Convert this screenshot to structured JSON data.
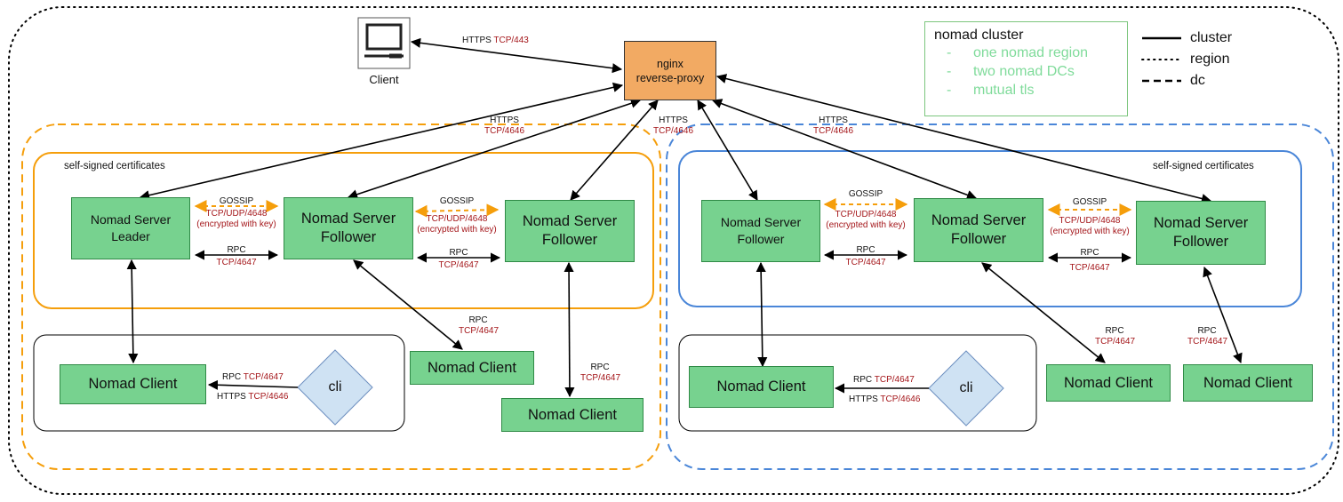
{
  "client_top": {
    "label": "Client"
  },
  "nginx": {
    "label": "nginx\nreverse-proxy"
  },
  "legend": {
    "title": "nomad cluster",
    "items": [
      {
        "bullet": "-",
        "text": "one nomad region"
      },
      {
        "bullet": "-",
        "text": "two nomad DCs"
      },
      {
        "bullet": "-",
        "text": "mutual tls"
      }
    ],
    "keys": [
      {
        "style": "solid",
        "text": "cluster"
      },
      {
        "style": "dotted",
        "text": "region"
      },
      {
        "style": "dashed",
        "text": "dc"
      }
    ]
  },
  "colors": {
    "dc1": "#f59e0b",
    "dc2": "#4a86d8",
    "gossip": "#f59e0b",
    "node_fill": "#77d28f",
    "nginx_fill": "#f2aa63",
    "cli_fill": "#cfe2f3",
    "red_text": "#a4161a"
  },
  "protocols": {
    "https": "HTTPS",
    "https_443": "TCP/443",
    "https_4646": "TCP/4646",
    "gossip": "GOSSIP",
    "gossip_port": "TCP/UDP/4648",
    "gossip_note": "(encrypted with key)",
    "rpc": "RPC",
    "rpc_port": "TCP/4647"
  },
  "dc1": {
    "cert_label": "self-signed certificates",
    "servers": [
      "Nomad Server\nLeader",
      "Nomad Server\nFollower",
      "Nomad Server\nFollower"
    ],
    "clients": [
      "Nomad Client",
      "Nomad Client",
      "Nomad Client"
    ],
    "cli": "cli"
  },
  "dc2": {
    "cert_label": "self-signed certificates",
    "servers": [
      "Nomad Server\nFollower",
      "Nomad Server\nFollower",
      "Nomad Server\nFollower"
    ],
    "clients": [
      "Nomad Client",
      "Nomad Client",
      "Nomad Client"
    ],
    "cli": "cli"
  }
}
